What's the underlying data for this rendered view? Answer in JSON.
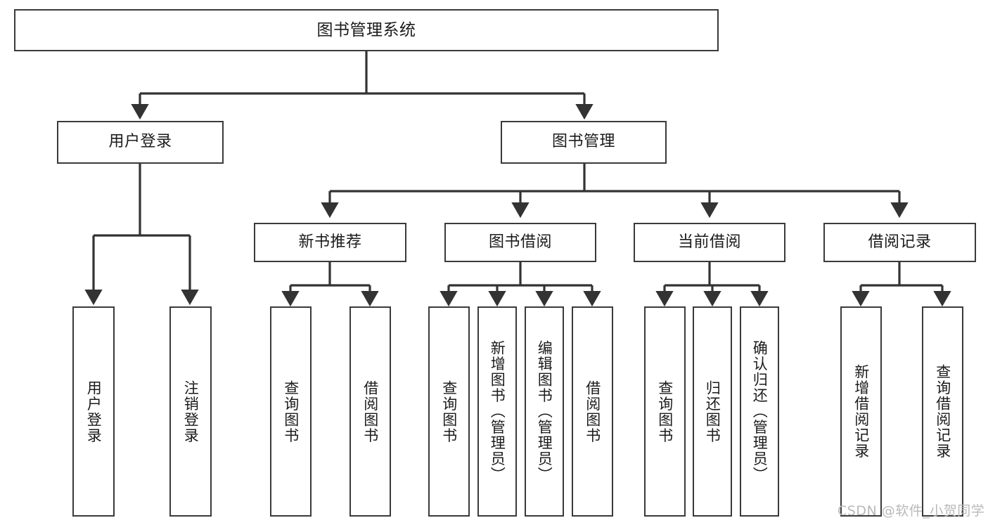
{
  "diagram": {
    "title": "图书管理系统",
    "type": "hierarchy-tree",
    "watermark": "CSDN @软件_小贺同学",
    "colors": {
      "box_border": "#3a3a3a",
      "box_fill": "#ffffff",
      "connector": "#333333",
      "text": "#1b1b1b",
      "watermark": "#b9b9b9",
      "background": "#ffffff"
    },
    "levels": {
      "root": {
        "label": "图书管理系统"
      },
      "level2": [
        {
          "id": "user-login",
          "label": "用户登录"
        },
        {
          "id": "book-management",
          "label": "图书管理"
        }
      ],
      "level3": [
        {
          "id": "new-book-recommend",
          "label": "新书推荐",
          "parent": "book-management"
        },
        {
          "id": "book-borrow",
          "label": "图书借阅",
          "parent": "book-management"
        },
        {
          "id": "current-borrow",
          "label": "当前借阅",
          "parent": "book-management"
        },
        {
          "id": "borrow-record",
          "label": "借阅记录",
          "parent": "book-management"
        }
      ],
      "leaves": [
        {
          "id": "leaf-user-login",
          "label": "用户登录",
          "parent": "user-login"
        },
        {
          "id": "leaf-logout-login",
          "label": "注销登录",
          "parent": "user-login"
        },
        {
          "id": "leaf-query-book-1",
          "label": "查询图书",
          "parent": "new-book-recommend"
        },
        {
          "id": "leaf-borrow-book-1",
          "label": "借阅图书",
          "parent": "new-book-recommend"
        },
        {
          "id": "leaf-query-book-2",
          "label": "查询图书",
          "parent": "book-borrow"
        },
        {
          "id": "leaf-add-book",
          "label": "新增图书（管理员）",
          "parent": "book-borrow"
        },
        {
          "id": "leaf-edit-book",
          "label": "编辑图书（管理员）",
          "parent": "book-borrow"
        },
        {
          "id": "leaf-borrow-book-2",
          "label": "借阅图书",
          "parent": "book-borrow"
        },
        {
          "id": "leaf-query-book-3",
          "label": "查询图书",
          "parent": "current-borrow"
        },
        {
          "id": "leaf-return-book",
          "label": "归还图书",
          "parent": "current-borrow"
        },
        {
          "id": "leaf-confirm-return",
          "label": "确认归还（管理员）",
          "parent": "current-borrow"
        },
        {
          "id": "leaf-add-record",
          "label": "新增借阅记录",
          "parent": "borrow-record"
        },
        {
          "id": "leaf-query-record",
          "label": "查询借阅记录",
          "parent": "borrow-record"
        }
      ]
    }
  }
}
